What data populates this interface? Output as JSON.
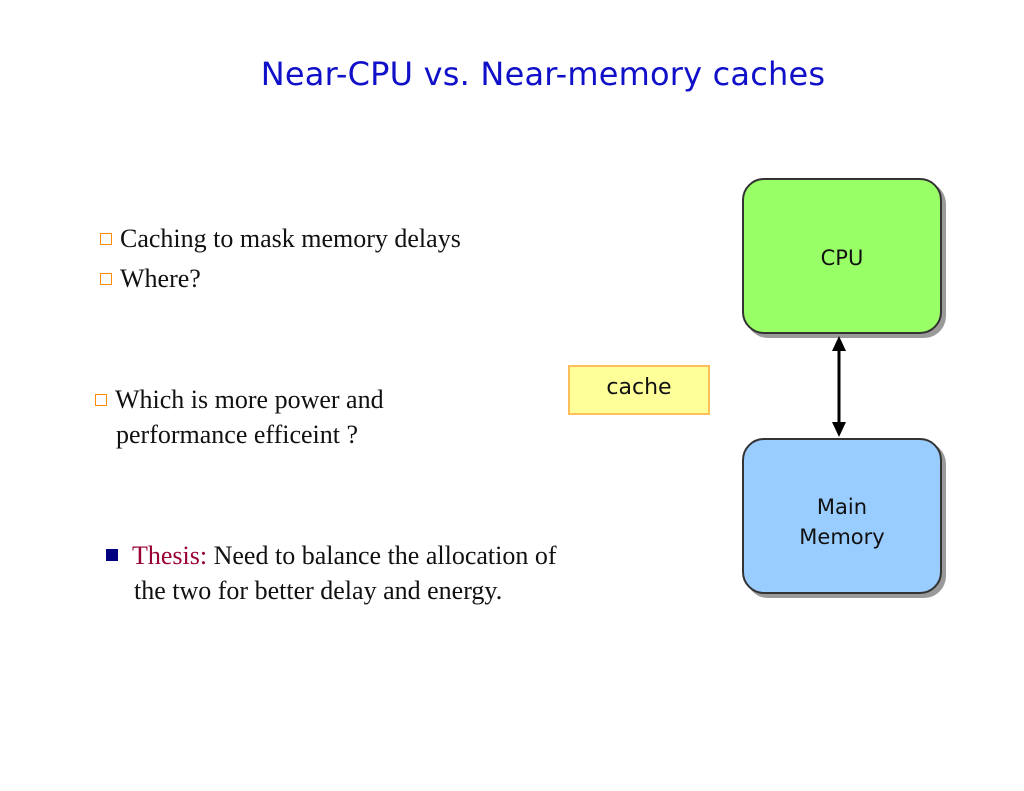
{
  "slide": {
    "title": "Near-CPU vs. Near-memory caches"
  },
  "bullets": {
    "b1": "Caching to mask memory delays",
    "b2": "Where?",
    "b3_line1": "Which is more power and",
    "b3_line2": "performance efficeint ?",
    "thesis_label": "Thesis:",
    "thesis_text_line1": " Need to balance the allocation of",
    "thesis_text_line2": "the two for better delay and energy."
  },
  "diagram": {
    "cpu_label": "CPU",
    "memory_label_line1": "Main",
    "memory_label_line2": "Memory",
    "cache_label": "cache"
  },
  "colors": {
    "title": "#1010c8",
    "cpu_fill": "#99ff66",
    "memory_fill": "#99ccff",
    "cache_fill": "#ffff99",
    "thesis_label": "#990033"
  }
}
